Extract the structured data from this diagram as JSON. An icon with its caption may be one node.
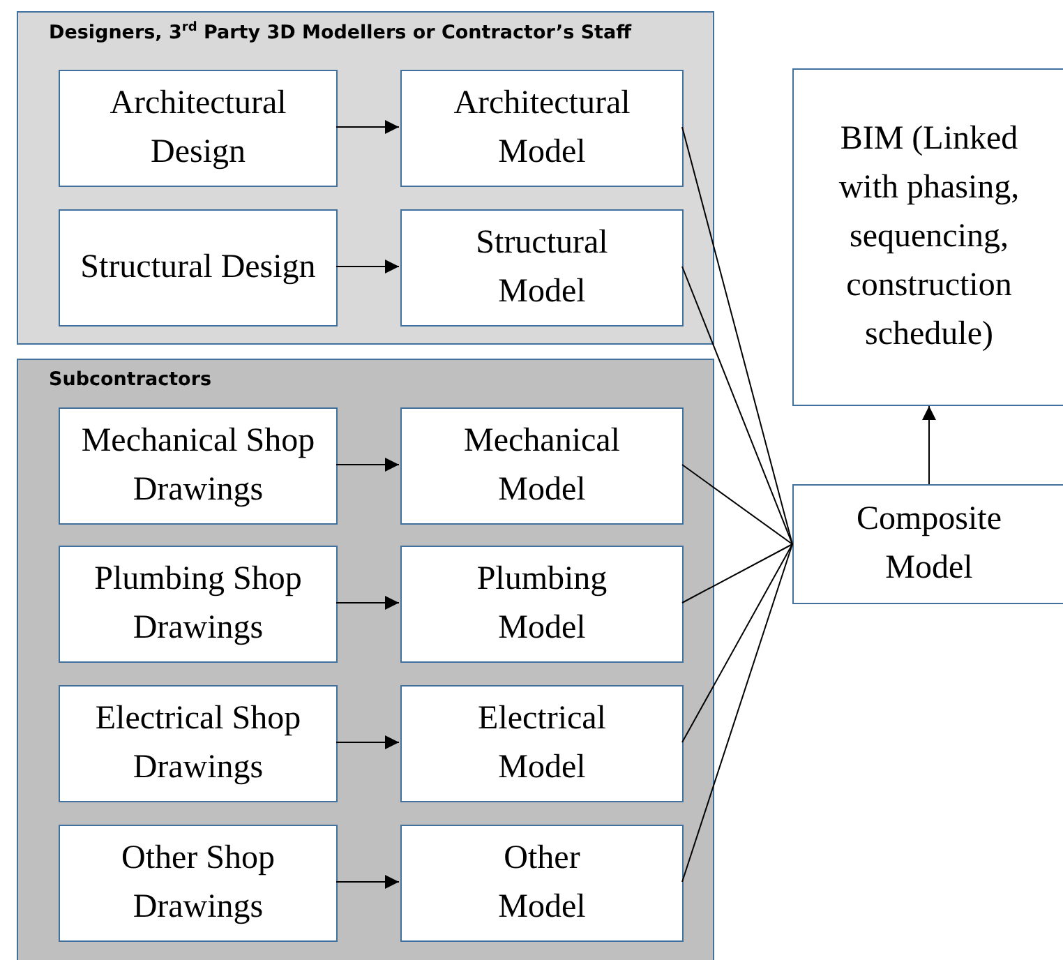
{
  "diagram": {
    "nodes": [
      {
        "text": [
          "Designers, 3$^{rd}$ Party 3D Modellers or Contractor’s Staff"
        ]
      },
      {
        "text": [
          "Architectural Design"
        ],
        "in": 0
      },
      {
        "text": [
          "Architectural Model"
        ],
        "in": 0
      },
      {
        "text": [
          "Structural Design"
        ],
        "in": 0
      },
      {
        "text": [
          "Structural Model"
        ],
        "in": 0
      },
      {
        "text": [
          "Subcontractors"
        ]
      },
      {
        "text": [
          "Mechanical Shop Drawings"
        ],
        "in": 5
      },
      {
        "text": [
          "Mechanical Model"
        ],
        "in": 5
      },
      {
        "text": [
          "Plumbing Shop Drawings"
        ],
        "in": 5
      },
      {
        "text": [
          "Plumbing Model"
        ],
        "in": 5
      },
      {
        "text": [
          "Electrical Shop Drawings"
        ],
        "in": 5
      },
      {
        "text": [
          "Electrical Model"
        ],
        "in": 5
      },
      {
        "text": [
          "Other Shop Drawings"
        ],
        "in": 5
      },
      {
        "text": [
          "Other Model"
        ],
        "in": 5
      },
      {
        "text": [
          "BIM (Linked with phasing, sequencing, construction schedule)"
        ]
      },
      {
        "text": [
          "Composite Model"
        ]
      }
    ],
    "edges": [
      {
        "from": 1,
        "to": 2,
        "arrow": "to"
      },
      {
        "from": 3,
        "to": 4,
        "arrow": "to"
      },
      {
        "from": 6,
        "to": 7,
        "arrow": "to"
      },
      {
        "from": 8,
        "to": 9,
        "arrow": "to"
      },
      {
        "from": 10,
        "to": 11,
        "arrow": "to"
      },
      {
        "from": 12,
        "to": 13,
        "arrow": "to"
      },
      {
        "from": 2,
        "to": 15,
        "arrow": "none"
      },
      {
        "from": 4,
        "to": 15,
        "arrow": "none"
      },
      {
        "from": 7,
        "to": 15,
        "arrow": "none"
      },
      {
        "from": 9,
        "to": 15,
        "arrow": "none"
      },
      {
        "from": 11,
        "to": 15,
        "arrow": "none"
      },
      {
        "from": 13,
        "to": 15,
        "arrow": "none"
      },
      {
        "from": 15,
        "to": 14,
        "arrow": "to"
      }
    ]
  }
}
